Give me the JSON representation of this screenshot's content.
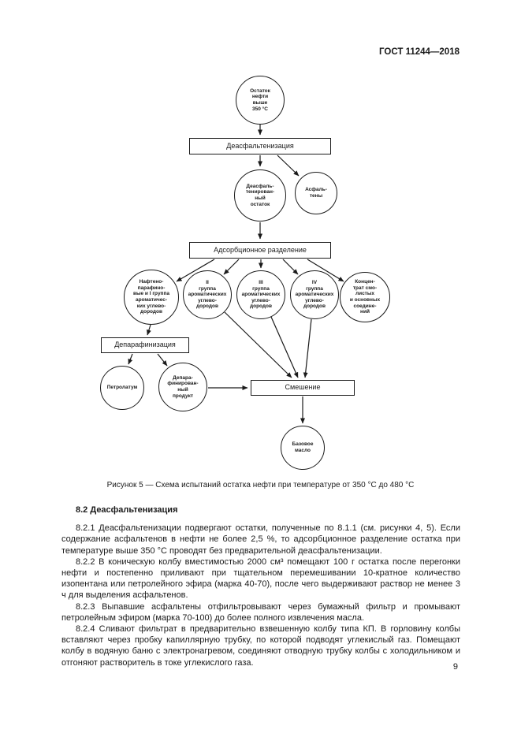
{
  "header": {
    "title": "ГОСТ 11244—2018"
  },
  "flowchart": {
    "nodes": {
      "residue": {
        "label": "Остаток\nнефти\nвыше\n350 °С"
      },
      "deasphalting": {
        "label": "Деасфальтенизация"
      },
      "deasphalted_residue": {
        "label": "Деасфаль-\nтенирован-\nный\nостаток"
      },
      "asphaltenes": {
        "label": "Асфаль-\nтены"
      },
      "adsorption": {
        "label": "Адсорбционное разделение"
      },
      "group1": {
        "label": "Нафтено-\nпарафино-\nвые и I группа\nароматичес-\nких углево-\nдородов"
      },
      "group2": {
        "label": "II\nгруппа\nароматических\nуглево-\nдородов"
      },
      "group3": {
        "label": "III\nгруппа\nароматических\nуглево-\nдородов"
      },
      "group4": {
        "label": "IV\nгруппа\nароматических\nуглево-\nдородов"
      },
      "concentrate": {
        "label": "Концен-\nтрат смо-\nлистых\nи основных\nсоедине-\nний"
      },
      "dewaxing": {
        "label": "Депарафинизация"
      },
      "petrolatum": {
        "label": "Петролатум"
      },
      "dewaxed_product": {
        "label": "Депара-\nфинирован-\nный\nпродукт"
      },
      "blending": {
        "label": "Смешение"
      },
      "base_oil": {
        "label": "Базовое\nмасло"
      }
    },
    "line_color": "#1a1a1a"
  },
  "figure": {
    "caption": "Рисунок 5 — Схема испытаний остатка нефти при температуре от 350 °С до 480 °С"
  },
  "section": {
    "heading": "8.2 Деасфальтенизация",
    "paragraphs": [
      "8.2.1 Деасфальтенизации подвергают остатки, полученные по 8.1.1 (см. рисунки 4, 5). Если содержание асфальтенов в нефти не более 2,5 %, то адсорбционное разделение остатка при температуре выше 350 °С проводят без предварительной деасфальтенизации.",
      "8.2.2 В коническую колбу вместимостью 2000 см³ помещают 100 г остатка после перегонки нефти и постепенно приливают при тщательном перемешивании 10-кратное количество изопентана или петролейного эфира (марка 40-70), после чего выдерживают раствор не менее 3 ч для выделения асфальтенов.",
      "8.2.3 Выпавшие асфальтены отфильтровывают через бумажный фильтр и промывают петролейным эфиром (марка 70-100) до более полного извлечения масла.",
      "8.2.4 Сливают фильтрат в предварительно взвешенную колбу типа КП. В горловину колбы вставляют через пробку капиллярную трубку, по которой подводят углекислый газ. Помещают колбу в водяную баню с электронагревом, соединяют отводную трубку колбы с холодильником и отгоняют растворитель в токе углекислого газа."
    ]
  },
  "footer": {
    "page_number": "9"
  }
}
